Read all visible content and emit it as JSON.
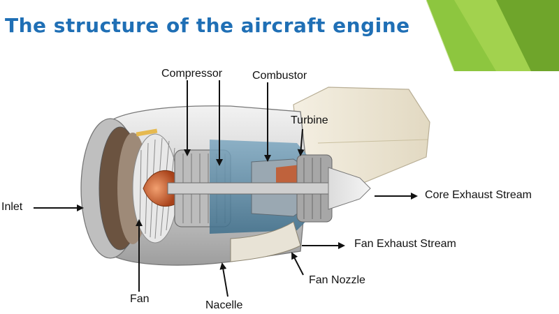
{
  "slide": {
    "title": "The structure of the aircraft engine"
  },
  "labels": {
    "compressor": "Compressor",
    "combustor": "Combustor",
    "turbine": "Turbine",
    "inlet": "Inlet",
    "fan": "Fan",
    "nacelle": "Nacelle",
    "fan_nozzle": "Fan Nozzle",
    "fan_exhaust_stream": "Fan Exhaust Stream",
    "core_exhaust_stream": "Core Exhaust Stream"
  },
  "colors": {
    "title": "#1f6fb5",
    "accent_green": "#8dc63f",
    "accent_green_dark": "#6fa52b",
    "nacelle_shell": "#d9d9d9",
    "core_blue": "#5a8ca8",
    "combustor_orange": "#c8501e",
    "pylon": "#efe9d8"
  }
}
